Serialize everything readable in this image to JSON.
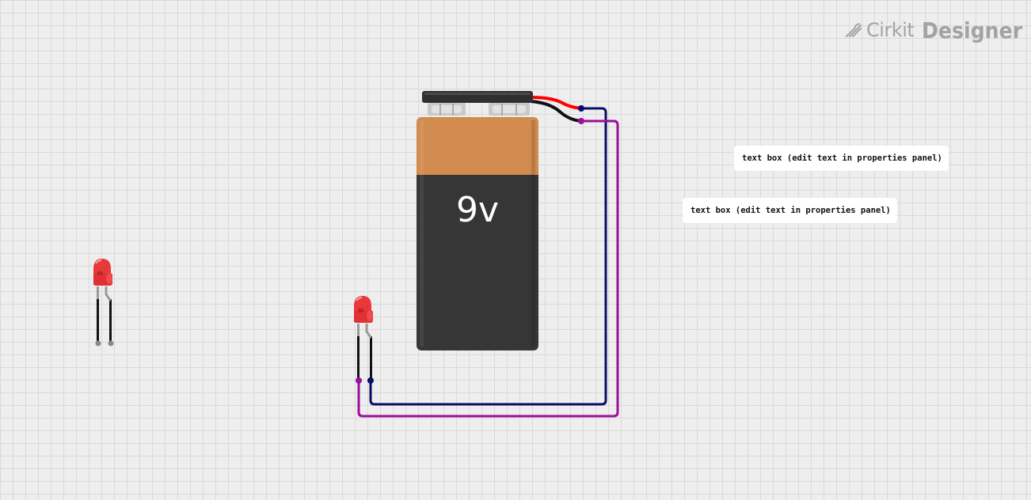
{
  "app": {
    "logo_name": "Cirkit",
    "logo_suffix": "Designer",
    "logo_icon": "cirkit-logo-icon"
  },
  "components": {
    "battery": {
      "label": "9v"
    },
    "text_boxes": [
      {
        "text": "text box (edit text in properties panel)"
      },
      {
        "text": "text box (edit text in properties panel)"
      }
    ]
  },
  "colors": {
    "wire_navy": "#0a0a6b",
    "wire_purple": "#9b0f9b",
    "battery_orange": "#d18b4f",
    "battery_body": "#363636",
    "battery_cap": "#2f2f2f",
    "led_red": "#e8383b",
    "lead_red": "#ff0000",
    "lead_black": "#111111",
    "background": "#eeeeee",
    "grid": "#d9d9d9"
  }
}
